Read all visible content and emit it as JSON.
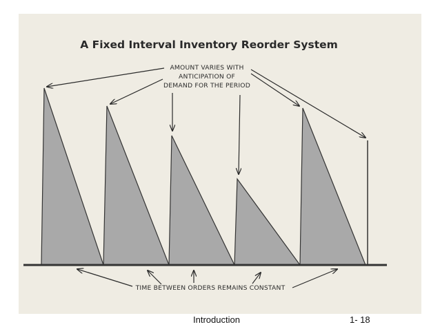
{
  "diagram": {
    "title": "A Fixed Interval Inventory Reorder System",
    "top_annotation": [
      "AMOUNT VARIES WITH",
      "ANTICIPATION OF",
      "DEMAND FOR THE PERIOD"
    ],
    "bottom_annotation": "TIME BETWEEN ORDERS REMAINS CONSTANT"
  },
  "footer": {
    "section": "Introduction",
    "page": "1- 18"
  },
  "colors": {
    "background": "#efece3",
    "fill": "#a9a9a9",
    "ink": "#2a2a2a"
  }
}
